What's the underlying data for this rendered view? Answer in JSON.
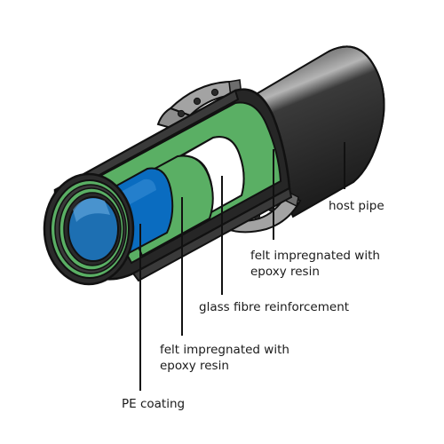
{
  "labels": {
    "host_pipe": "host pipe",
    "felt_outer_line1": "felt impregnated with",
    "felt_outer_line2": "epoxy resin",
    "glass_fibre": "glass fibre reinforcement",
    "felt_inner_line1": "felt impregnated with",
    "felt_inner_line2": "epoxy resin",
    "pe_coating": "PE coating"
  },
  "colors": {
    "host_pipe": "#252525",
    "felt": "#5aaf64",
    "glass_fibre": "#ffffff",
    "pe_coating": "#0a6cc0",
    "flange": "#9c9c9c",
    "outline": "#111111"
  }
}
